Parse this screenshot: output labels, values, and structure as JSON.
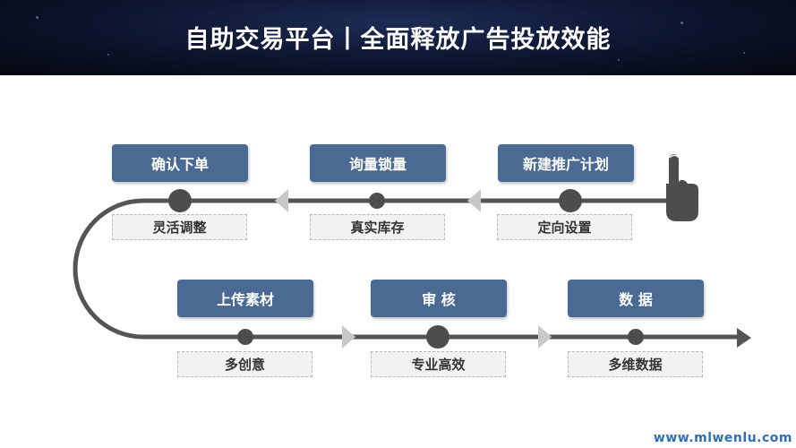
{
  "header": {
    "title": "自助交易平台丨全面释放广告投放效能"
  },
  "flow": {
    "steps": [
      {
        "label": "新建推广计划",
        "note": "定向设置"
      },
      {
        "label": "询量锁量",
        "note": "真实库存"
      },
      {
        "label": "确认下单",
        "note": "灵活调整"
      },
      {
        "label": "上传素材",
        "note": "多创意"
      },
      {
        "label": "审 核",
        "note": "专业高效"
      },
      {
        "label": "数 据",
        "note": "多维数据"
      }
    ],
    "colors": {
      "box": "#4a6a93",
      "line": "#555555",
      "node": "#4d4d4d",
      "chevron": "#c8c8c8"
    },
    "icons": [
      "pointing-hand-icon"
    ]
  },
  "watermark": "www.mlwenlu.com"
}
